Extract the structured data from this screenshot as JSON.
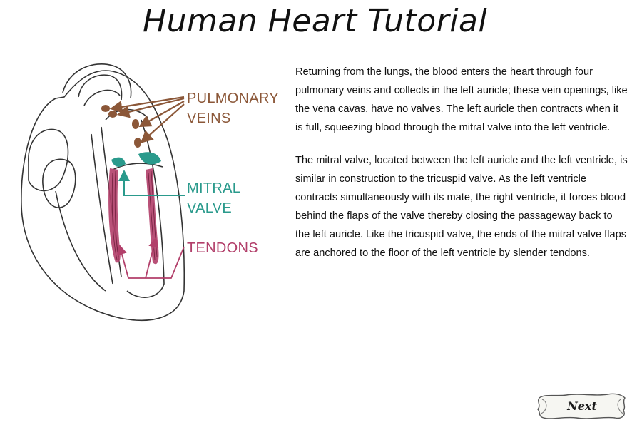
{
  "page": {
    "title": "Human Heart Tutorial"
  },
  "diagram": {
    "labels": {
      "pulmonary_veins": "PULMONARY\nVEINS",
      "mitral_valve": "MITRAL\nVALVE",
      "tendons": "TENDONS"
    },
    "colors": {
      "veins": "#8b5738",
      "mitral": "#2a9a8c",
      "tendons": "#b23f6a",
      "outline": "#333333"
    }
  },
  "content": {
    "paragraphs": [
      "Returning from the lungs, the blood enters the heart through four pulmonary veins and collects in the left auricle; these vein openings, like the vena cavas, have no valves. The left auricle then contracts when it is full, squeezing blood through the mitral valve into the left ventricle.",
      "The mitral valve, located between the left auricle and the left ventricle, is similar in construction to the tricuspid valve. As the left ventricle contracts simultaneously with its mate, the right ventricle, it forces blood behind the flaps of the valve thereby closing the passageway back to the left auricle. Like the tricuspid valve, the ends of the mitral valve flaps are anchored to the floor of the left ventricle by slender tendons."
    ]
  },
  "navigation": {
    "next_label": "Next"
  }
}
